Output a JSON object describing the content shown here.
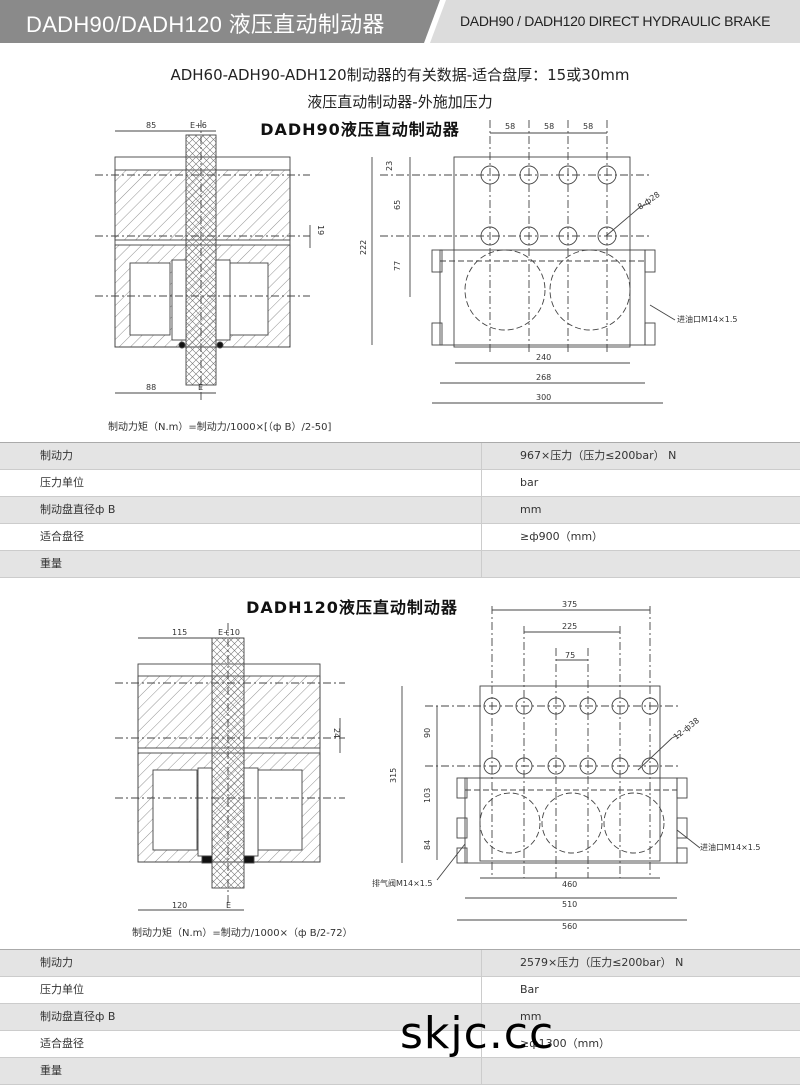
{
  "header": {
    "title_cn": "DADH90/DADH120 液压直动制动器",
    "title_en": "DADH90 / DADH120 DIRECT HYDRAULIC BRAKE"
  },
  "intro": {
    "line1": "ADH60-ADH90-ADH120制动器的有关数据-适合盘厚：15或30mm",
    "line2": "液压直动制动器-外施加压力"
  },
  "sec1": {
    "title": "DADH90液压直动制动器",
    "dims": {
      "w85": "85",
      "e6": "E+6",
      "d19": "19",
      "w88": "88",
      "e": "E",
      "p58a": "58",
      "p58b": "58",
      "p58c": "58",
      "v23": "23",
      "v65": "65",
      "v222": "222",
      "v77": "77",
      "holes": "8-ф28",
      "port": "进油口M14×1.5",
      "w240": "240",
      "w268": "268",
      "w300": "300"
    },
    "formula": "制动力矩（N.m）=制动力/1000×[（ф B）/2-50]",
    "table": [
      {
        "label": "制动力",
        "value": "967×压力（压力≤200bar）  N"
      },
      {
        "label": "压力单位",
        "value": "bar"
      },
      {
        "label": "制动盘直径ф B",
        "value": "mm"
      },
      {
        "label": "适合盘径",
        "value": "≥ф900（mm）"
      },
      {
        "label": "重量",
        "value": ""
      }
    ]
  },
  "sec2": {
    "title": "DADH120液压直动制动器",
    "dims": {
      "w115": "115",
      "e10": "E+10",
      "d24": "24",
      "w120": "120",
      "e": "E",
      "w375": "375",
      "w225": "225",
      "w75": "75",
      "v90": "90",
      "v315": "315",
      "v103": "103",
      "v84": "84",
      "holes": "12-ф38",
      "port": "进油口M14×1.5",
      "bleed": "排气阀M14×1.5",
      "w460": "460",
      "w510": "510",
      "w560": "560"
    },
    "formula": "制动力矩（N.m）=制动力/1000×（ф B/2-72）",
    "table": [
      {
        "label": "制动力",
        "value": "2579×压力（压力≤200bar）  N"
      },
      {
        "label": "压力单位",
        "value": "Bar"
      },
      {
        "label": "制动盘直径ф B",
        "value": "mm"
      },
      {
        "label": "适合盘径",
        "value": "≥ф1300（mm）"
      },
      {
        "label": "重量",
        "value": ""
      }
    ]
  },
  "watermark": "skjc.cc"
}
